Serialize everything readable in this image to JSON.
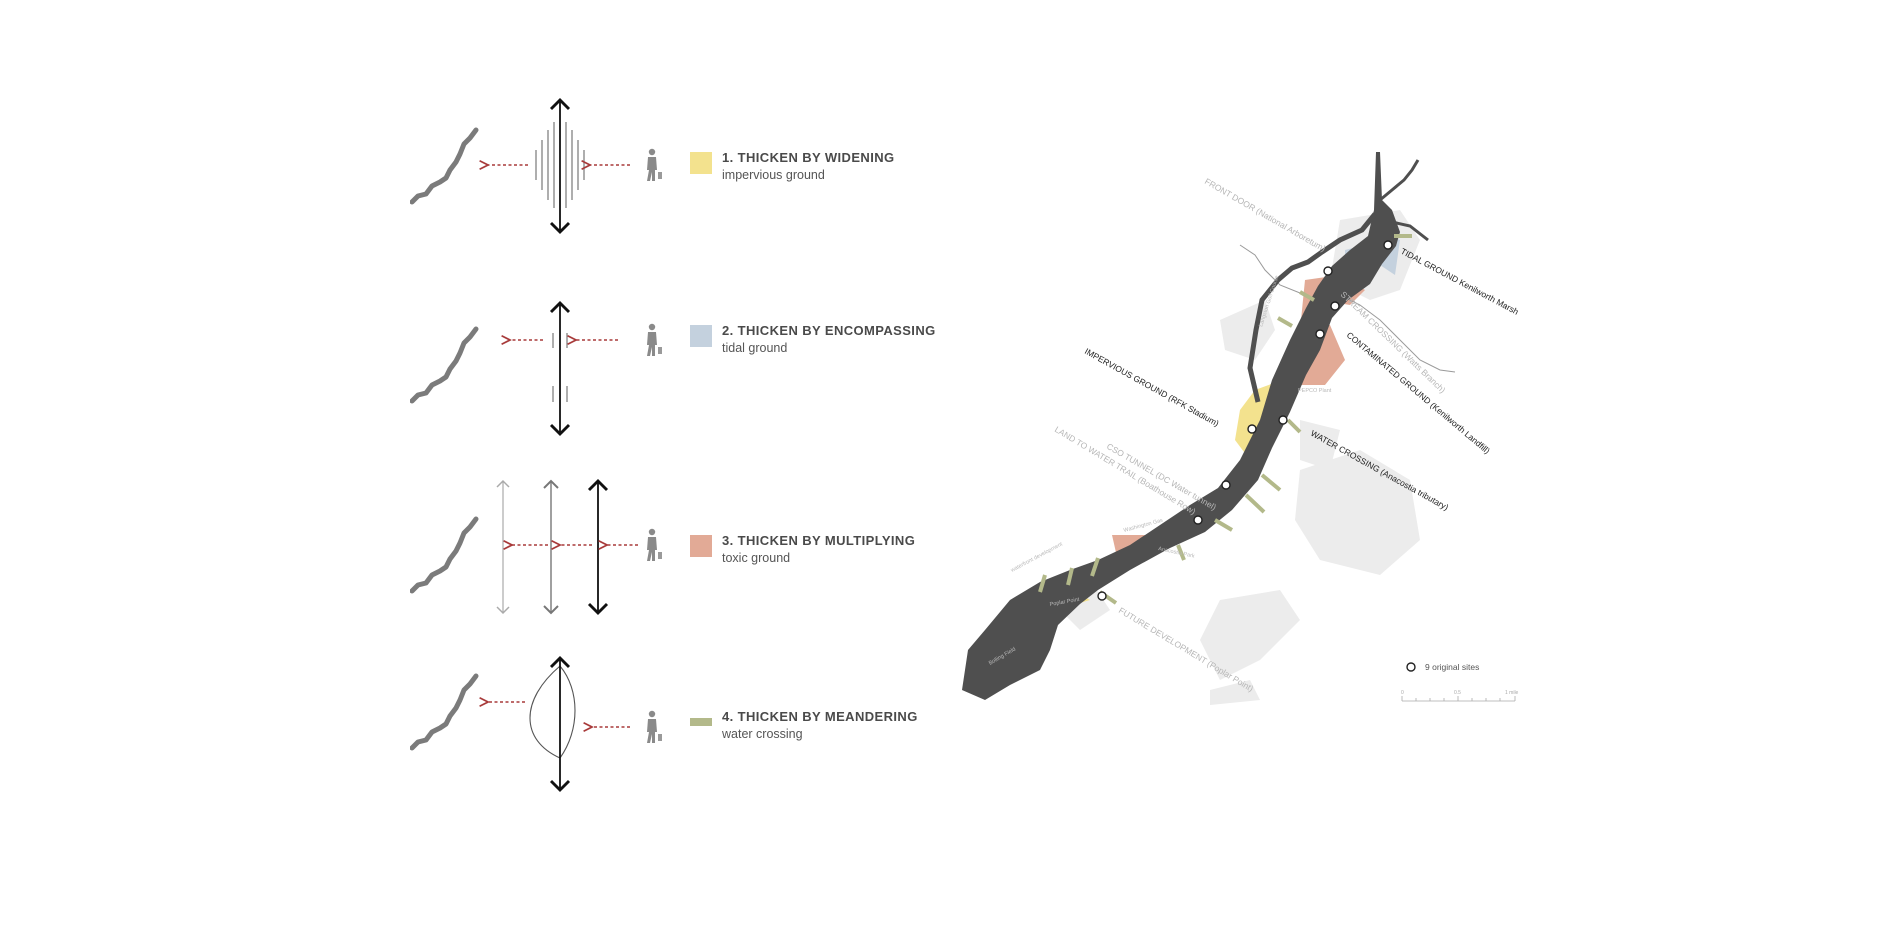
{
  "legend": [
    {
      "title": "1. THICKEN BY WIDENING",
      "subtitle": "impervious ground",
      "color": "#f3e28e"
    },
    {
      "title": "2. THICKEN BY ENCOMPASSING",
      "subtitle": "tidal ground",
      "color": "#c4d1de"
    },
    {
      "title": "3. THICKEN BY MULTIPLYING",
      "subtitle": "toxic ground",
      "color": "#e2aa96"
    },
    {
      "title": "4. THICKEN BY MEANDERING",
      "subtitle": "water crossing",
      "color": "#b3b98a"
    }
  ],
  "map": {
    "labels": {
      "tidal_ground": "TIDAL GROUND Kenilworth Marsh",
      "front_door": "FRONT DOOR (National Arboretum)",
      "stream_crossing": "STREAM CROSSING (Watts Branch)",
      "contaminated": "CONTAMINATED GROUND (Kenilworth Landfill)",
      "impervious": "IMPERVIOUS GROUND (RFK Stadium)",
      "water_crossing": "WATER CROSSING (Anacostia tributary)",
      "cso_tunnel": "CSO TUNNEL (DC Water tunnel)",
      "land_to_water": "LAND TO WATER TRAIL (Boathouse Row)",
      "future_dev": "FUTURE DEVELOPMENT (Poplar Point)",
      "small_1": "Langston Golf Course",
      "small_2": "PEPCO Plant",
      "small_3": "Washington Gas",
      "small_4": "Anacostia Park",
      "small_5": "waterfront development",
      "small_6": "Poplar Point",
      "small_7": "Bolling Field"
    },
    "key_label": "9 original sites",
    "scale": {
      "ticks": [
        "0",
        "0.5",
        "1 mile"
      ]
    }
  },
  "colors": {
    "river": "#4f4f4f",
    "arrow": "#a83a3a",
    "land": "#ececec",
    "dark": "#222222"
  }
}
